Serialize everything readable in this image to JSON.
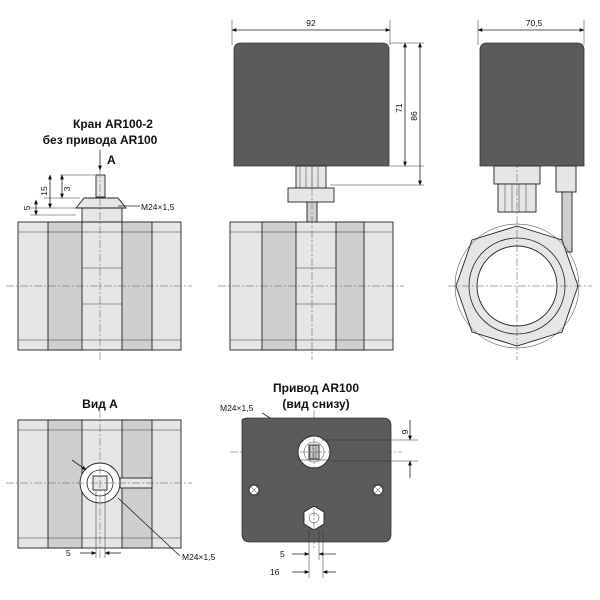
{
  "labels": {
    "valve_title_1": "Кран AR100-2",
    "valve_title_2": "без привода AR100",
    "arrow_a": "A",
    "view_a": "Вид A",
    "actuator_title_1": "Привод AR100",
    "actuator_title_2": "(вид снизу)"
  },
  "dims": {
    "d5_side": "5",
    "d15": "15",
    "d3": "3",
    "thread_side": "M24×1,5",
    "d92": "92",
    "d71": "71",
    "d86": "86",
    "d70_5": "70,5",
    "thread_view": "M24×1,5",
    "d5_bottom": "5",
    "thread_bottom": "M24×1,5",
    "d9": "9",
    "d5_act": "5",
    "d16": "16"
  }
}
